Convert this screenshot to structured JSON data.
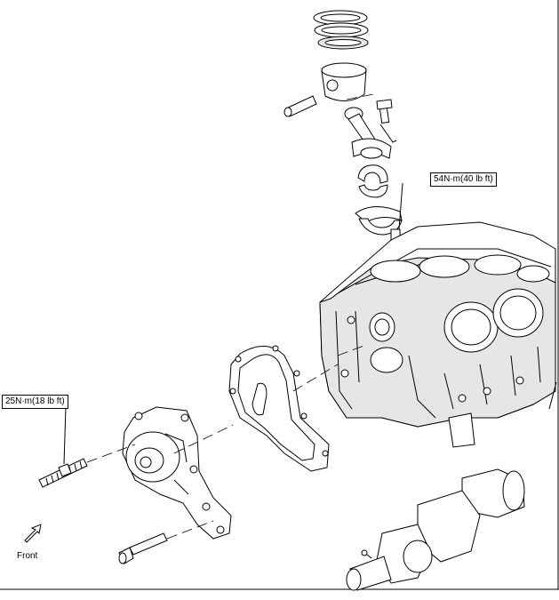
{
  "labels": {
    "upper_torque": "54N·m(40 lb ft)",
    "lower_torque": "25N·m(18 lb ft)",
    "front": "Front"
  },
  "icons": {
    "front_arrow": "arrow-icon"
  }
}
